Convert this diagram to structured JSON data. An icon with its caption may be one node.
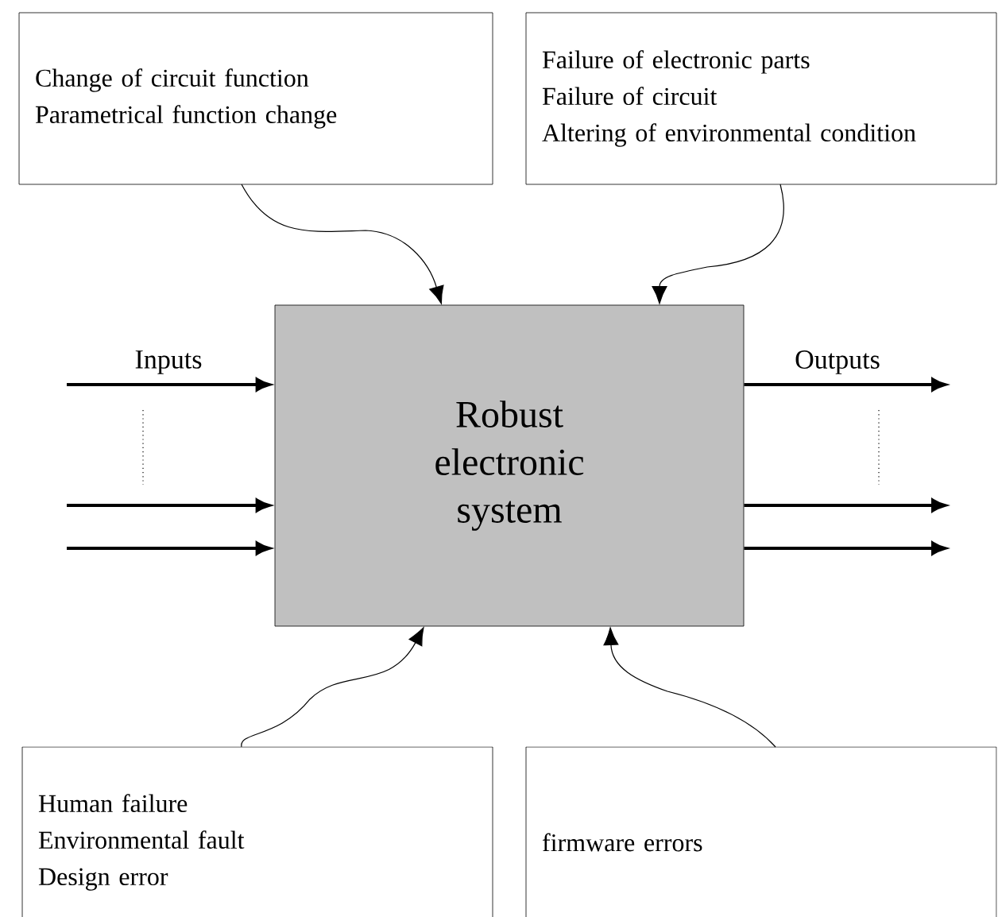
{
  "diagram": {
    "nodes": [
      {
        "text": [
          "Change of circuit function",
          "Parametrical function change"
        ]
      },
      {
        "text": [
          "Failure of electronic parts",
          "Failure of circuit",
          "Altering of environmental condition"
        ]
      },
      {
        "text": [
          "Robust electronic system"
        ]
      },
      {
        "text": [
          "Human failure",
          "Environmental fault",
          "Design error"
        ]
      },
      {
        "text": [
          "firmware errors"
        ]
      }
    ],
    "edges": [
      {
        "from": 0,
        "to": 2,
        "arrow": "to"
      },
      {
        "from": 1,
        "to": 2,
        "arrow": "to"
      },
      {
        "from": 3,
        "to": 2,
        "arrow": "to"
      },
      {
        "from": 4,
        "to": 2,
        "arrow": "to"
      },
      {
        "from": null,
        "to": 2,
        "arrow": "to"
      },
      {
        "from": null,
        "to": 2,
        "arrow": "to"
      },
      {
        "from": null,
        "to": 2,
        "arrow": "to"
      },
      {
        "from": 2,
        "to": null,
        "arrow": "to"
      },
      {
        "from": 2,
        "to": null,
        "arrow": "to"
      },
      {
        "from": 2,
        "to": null,
        "arrow": "to"
      }
    ],
    "labels": [
      "Inputs",
      "Outputs"
    ]
  }
}
